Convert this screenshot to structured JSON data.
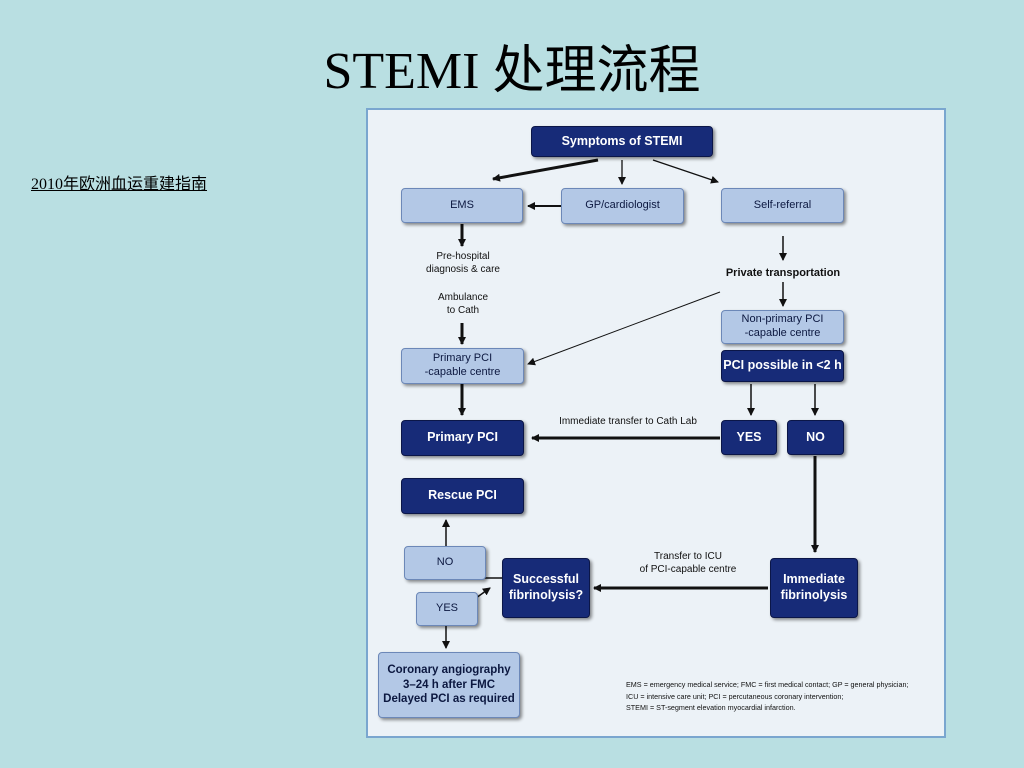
{
  "title": "STEMI 处理流程",
  "subtitle": "2010年欧洲血运重建指南",
  "flowchart": {
    "boxes": {
      "symptoms": "Symptoms of STEMI",
      "ems": "EMS",
      "gp": "GP/cardiologist",
      "self_referral": "Self-referral",
      "non_primary_pci": "Non-primary PCI\n-capable centre",
      "pci_possible": "PCI possible in <2 h",
      "primary_pci_centre": "Primary PCI\n-capable centre",
      "primary_pci": "Primary PCI",
      "yes": "YES",
      "no": "NO",
      "rescue_pci": "Rescue PCI",
      "no_small": "NO",
      "yes_small": "YES",
      "successful_fibrinolysis": "Successful\nfibrinolysis?",
      "immediate_fibrinolysis": "Immediate\nfibrinolysis",
      "coronary_angiography": "Coronary angiography\n3–24 h after FMC\nDelayed PCI as required"
    },
    "labels": {
      "pre_hospital": "Pre-hospital\ndiagnosis & care",
      "ambulance": "Ambulance\nto Cath",
      "private_transport": "Private transportation",
      "immediate_transfer": "Immediate transfer to Cath Lab",
      "transfer_icu": "Transfer to ICU\nof PCI-capable centre"
    },
    "legend": [
      "EMS = emergency medical service; FMC = first medical contact; GP = general physician;",
      "ICU = intensive care unit; PCI = percutaneous coronary intervention;",
      "STEMI = ST-segment elevation myocardial infarction."
    ]
  },
  "colors": {
    "background": "#b9dfe2",
    "panel": "#ecf2f7",
    "dark_box": "#172b78",
    "light_box": "#b3c8e6"
  }
}
